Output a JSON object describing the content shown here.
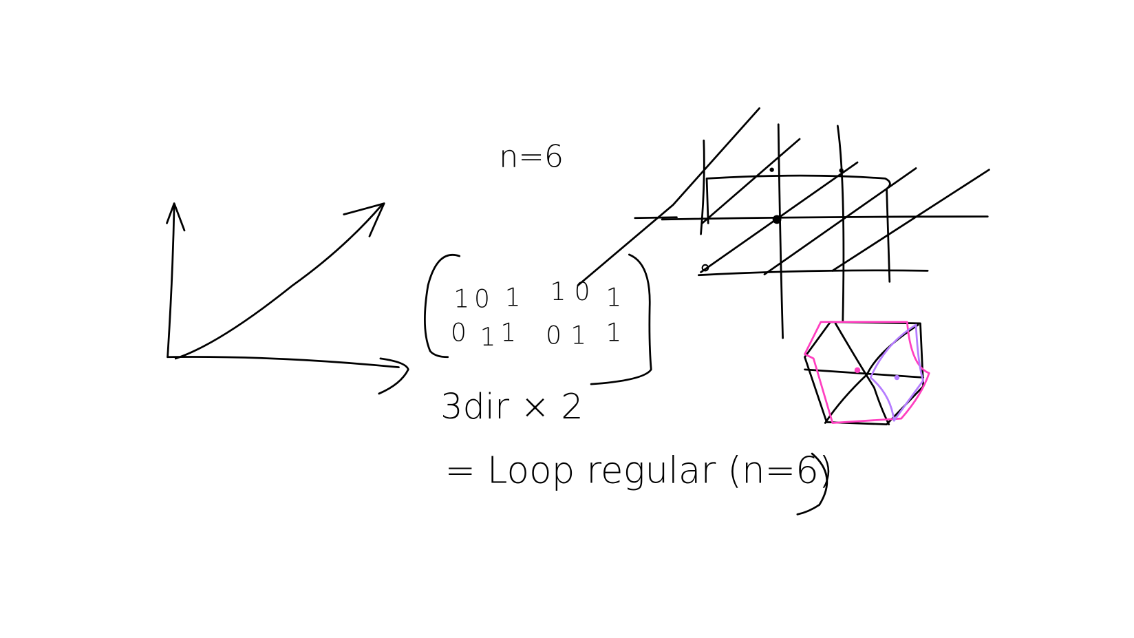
{
  "labels": {
    "n_value": "n=6",
    "directions": "3dir × 2",
    "result": "= Loop regular (n=6)"
  },
  "matrix": {
    "row1": [
      "1",
      "0",
      "1",
      "1",
      "0",
      "1"
    ],
    "row2": [
      "0",
      "1",
      "1",
      "0",
      "1",
      "1"
    ]
  },
  "colors": {
    "ink": "#000000",
    "highlight_pink": "#ff3fc0",
    "highlight_purple": "#b57cff"
  }
}
